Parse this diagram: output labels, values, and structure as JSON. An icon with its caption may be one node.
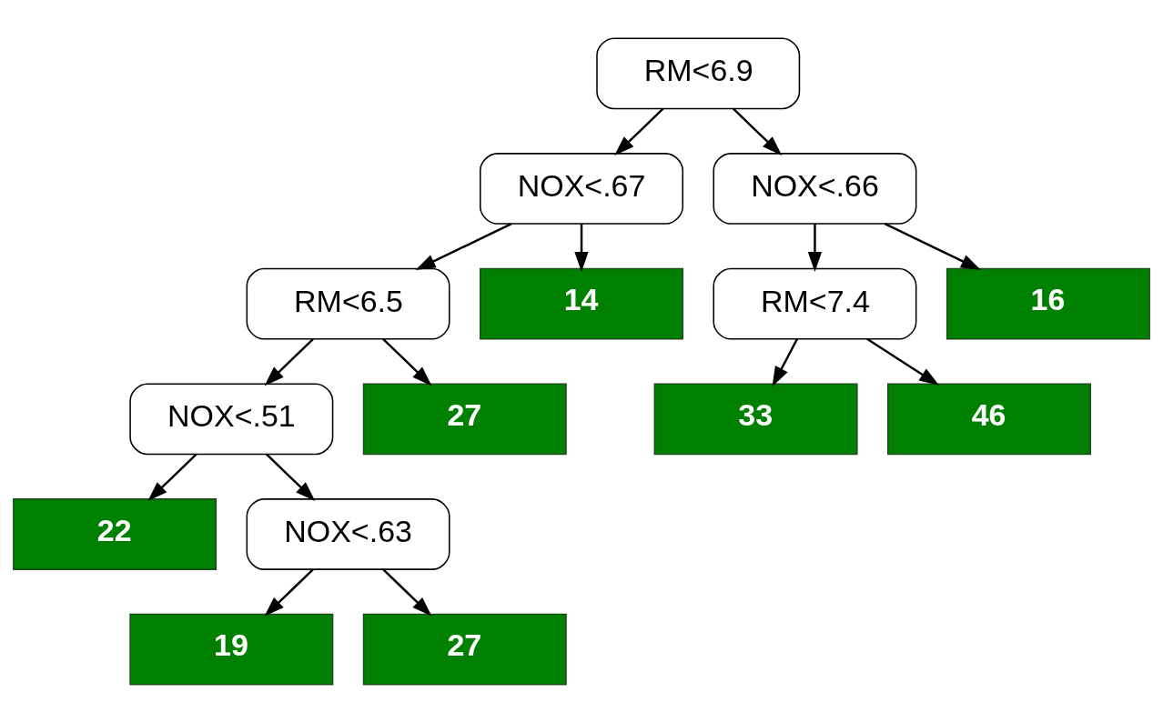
{
  "diagram": {
    "nodes": [
      {
        "text": [
          "RM<6.9"
        ]
      },
      {
        "text": [
          "NOX<.67"
        ]
      },
      {
        "text": [
          "NOX<.66"
        ]
      },
      {
        "text": [
          "RM<6.5"
        ]
      },
      {
        "text": [
          "14"
        ]
      },
      {
        "text": [
          "RM<7.4"
        ]
      },
      {
        "text": [
          "16"
        ]
      },
      {
        "text": [
          "NOX<.51"
        ]
      },
      {
        "text": [
          "27"
        ]
      },
      {
        "text": [
          "33"
        ]
      },
      {
        "text": [
          "46"
        ]
      },
      {
        "text": [
          "22"
        ]
      },
      {
        "text": [
          "NOX<.63"
        ]
      },
      {
        "text": [
          "19"
        ]
      },
      {
        "text": [
          "27"
        ]
      }
    ],
    "edges": [
      {
        "from": 0,
        "to": 1,
        "arrow": "to"
      },
      {
        "from": 0,
        "to": 2,
        "arrow": "to"
      },
      {
        "from": 1,
        "to": 3,
        "arrow": "to"
      },
      {
        "from": 1,
        "to": 4,
        "arrow": "to"
      },
      {
        "from": 2,
        "to": 5,
        "arrow": "to"
      },
      {
        "from": 2,
        "to": 6,
        "arrow": "to"
      },
      {
        "from": 3,
        "to": 7,
        "arrow": "to"
      },
      {
        "from": 3,
        "to": 8,
        "arrow": "to"
      },
      {
        "from": 5,
        "to": 9,
        "arrow": "to"
      },
      {
        "from": 5,
        "to": 10,
        "arrow": "to"
      },
      {
        "from": 7,
        "to": 11,
        "arrow": "to"
      },
      {
        "from": 7,
        "to": 12,
        "arrow": "to"
      },
      {
        "from": 12,
        "to": 13,
        "arrow": "to"
      },
      {
        "from": 12,
        "to": 14,
        "arrow": "to"
      }
    ]
  }
}
